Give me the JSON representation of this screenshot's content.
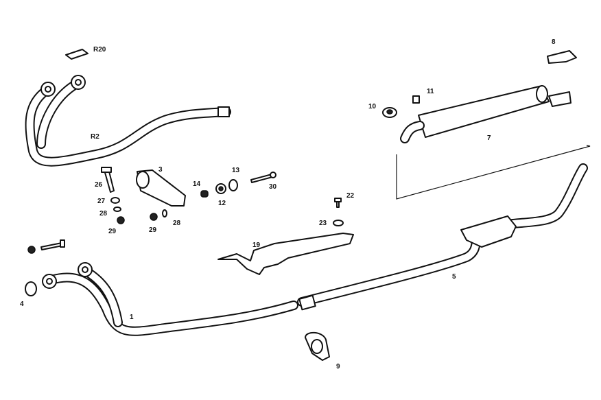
{
  "diagram": {
    "labels": {
      "r20": "R20",
      "r2": "R2",
      "p3": "3",
      "p26": "26",
      "p27": "27",
      "p28a": "28",
      "p29a": "29",
      "p29b": "29",
      "p28b": "28",
      "p14": "14",
      "p12": "12",
      "p13": "13",
      "p30": "30",
      "p22": "22",
      "p23": "23",
      "p19": "19",
      "p10": "10",
      "p11": "11",
      "p7": "7",
      "p8": "8",
      "p5": "5",
      "p4": "4",
      "p1": "1",
      "p9": "9"
    }
  }
}
